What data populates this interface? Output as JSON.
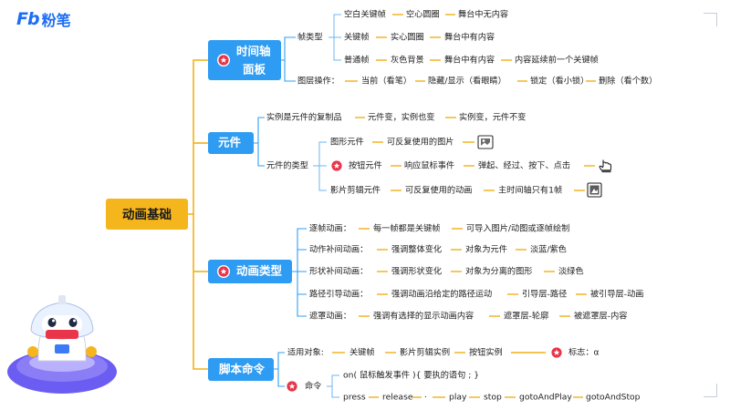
{
  "brand": {
    "mark": "Fb",
    "name": "粉笔"
  },
  "root": {
    "label": "动画基础"
  },
  "branches": {
    "timeline": {
      "title_line1": "时间轴",
      "title_line2": "面板",
      "frame_types": {
        "label": "帧类型",
        "rows": [
          [
            "空白关键帧",
            "空心圆圈",
            "舞台中无内容"
          ],
          [
            "关键帧",
            "实心圆圈",
            "舞台中有内容"
          ],
          [
            "普通帧",
            "灰色背景",
            "舞台中有内容",
            "内容延续前一个关键帧"
          ]
        ]
      },
      "layer_ops": {
        "label": "图层操作：",
        "items": [
          "当前（看笔）",
          "隐藏/显示（看眼睛）",
          "锁定（看小锁）",
          "删除（看个数）"
        ]
      }
    },
    "symbol": {
      "title": "元件",
      "instance": [
        "实例是元件的复制品",
        "元件变，实例也变",
        "实例变，元件不变"
      ],
      "types": {
        "label": "元件的类型",
        "rows": [
          [
            "图形元件",
            "可反复使用的图片"
          ],
          [
            "按钮元件",
            "响应鼠标事件",
            "弹起、经过、按下、点击"
          ],
          [
            "影片剪辑元件",
            "可反复使用的动画",
            "主时间轴只有1帧"
          ]
        ]
      }
    },
    "anim": {
      "title": "动画类型",
      "rows": [
        [
          "逐帧动画：",
          "每一帧都是关键帧",
          "可导入图片/动图或逐帧绘制"
        ],
        [
          "动作补间动画：",
          "强调整体变化",
          "对象为元件",
          "淡蓝/紫色"
        ],
        [
          "形状补间动画：",
          "强调形状变化",
          "对象为分离的图形",
          "淡绿色"
        ],
        [
          "路径引导动画：",
          "强调动画沿给定的路径运动",
          "引导层-路径",
          "被引导层-动画"
        ],
        [
          "遮罩动画：",
          "强调有选择的显示动画内容",
          "遮罩层-轮廓",
          "被遮罩层-内容"
        ]
      ]
    },
    "script": {
      "title": "脚本命令",
      "applies": {
        "label": "适用对象:",
        "items": [
          "关键帧",
          "影片剪辑实例",
          "按钮实例"
        ],
        "mark": "标志：α"
      },
      "command": {
        "label": "命令",
        "syntax": "on( 鼠标触发事件 ){ 要执的语句 ; }",
        "events": [
          "press",
          "release",
          "·",
          "play",
          "stop",
          "gotoAndPlay",
          "gotoAndStop"
        ]
      }
    }
  },
  "icons": {
    "star_badge": "star-badge-icon",
    "image": "image-icon",
    "hand": "hand-pointer-icon",
    "film": "film-icon",
    "mascot": "robot-mascot-illustration"
  },
  "colors": {
    "accent_blue": "#1d6ef6",
    "node_blue": "#2e9cf2",
    "root_yellow": "#f5b51c",
    "trunk": "#f2b116"
  }
}
